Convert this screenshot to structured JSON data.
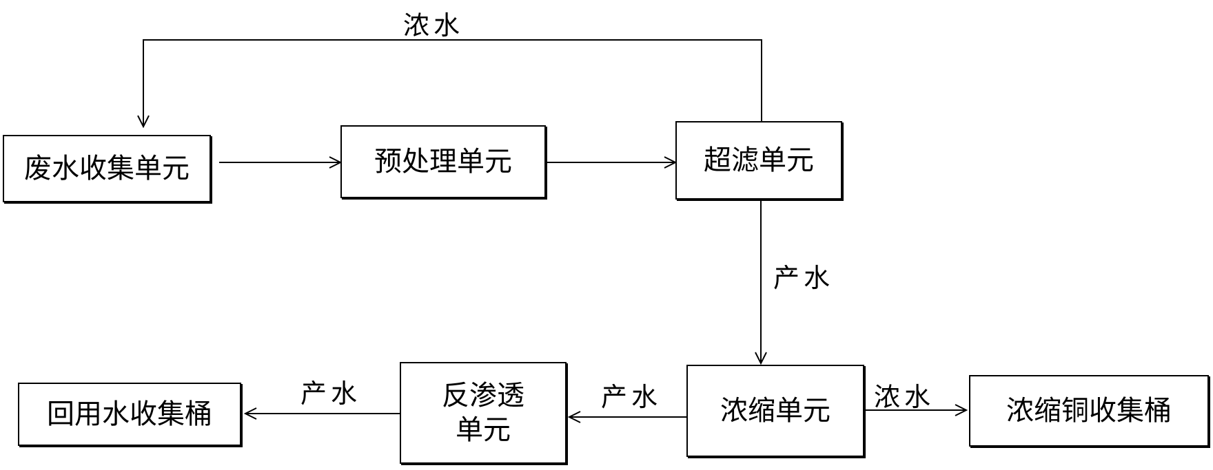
{
  "nodes": {
    "wastewater_collection": "废水收集单元",
    "pretreatment": "预处理单元",
    "ultrafiltration": "超滤单元",
    "concentration": "浓缩单元",
    "reverse_osmosis": "反渗透\n单元",
    "reuse_water_tank": "回用水收集桶",
    "concentrated_copper_tank": "浓缩铜收集桶"
  },
  "edge_labels": {
    "ultrafiltration_return": "浓水",
    "ultrafiltration_product": "产水",
    "concentration_product": "产水",
    "ro_product": "产水",
    "concentration_reject": "浓水"
  },
  "colors": {
    "line": "#000000",
    "background": "#ffffff"
  }
}
